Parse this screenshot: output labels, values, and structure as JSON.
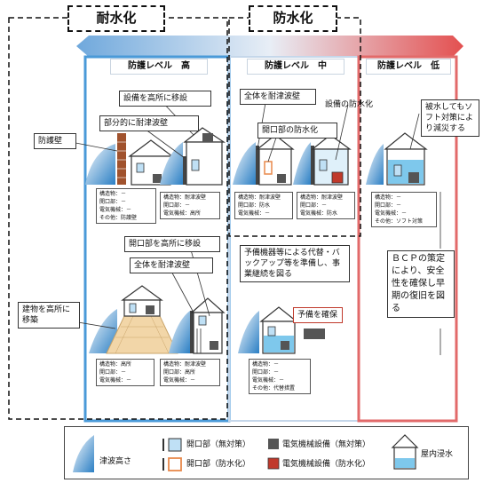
{
  "section_titles": {
    "waterproofing": "耐水化",
    "flood_proofing": "防水化"
  },
  "levels": {
    "high": "防護レベル　高",
    "mid": "防護レベル　中",
    "low": "防護レベル　低"
  },
  "callouts": {
    "relocate_equipment": "設備を高所に移設",
    "partial_tsunami_wall": "部分的に耐津波壁",
    "protective_wall": "防護壁",
    "full_tsunami_wall_mid": "全体を耐津波壁",
    "equipment_waterproofing": "設備の防水化",
    "opening_waterproofing": "開口部の防水化",
    "software_measures": "被水してもソフト対策により減災する",
    "relocate_openings": "開口部を高所に移設",
    "full_tsunami_wall_high": "全体を耐津波壁",
    "building_high_place": "建物を高所に移築",
    "backup_continuity": "予備機器等による代替・バックアップ等を準備し、事業継続を図る",
    "secure_spares": "予備を確保",
    "bcp": "ＢＣＰの策定により、安全性を確保し早期の復旧を図る"
  },
  "info_boxes": {
    "b1": [
      "構造物：－",
      "開口部：－",
      "電気機械：－",
      "その他：防護壁"
    ],
    "b2": [
      "構造物：耐津波壁",
      "開口部：－",
      "電気機械：高所"
    ],
    "b3": [
      "構造物：耐津波壁",
      "開口部：防水",
      "電気機械：－"
    ],
    "b4": [
      "構造物：耐津波壁",
      "開口部：－",
      "電気機械：防水"
    ],
    "b5": [
      "構造物：－",
      "開口部：－",
      "電気機械：－",
      "その他：ソフト対策"
    ],
    "b6": [
      "構造物：高所",
      "開口部：－",
      "電気機械：－"
    ],
    "b7": [
      "構造物：耐津波壁",
      "開口部：高所",
      "電気機械：－"
    ],
    "b8": [
      "構造物：－",
      "開口部：－",
      "電気機械：－",
      "その他：代替措置"
    ]
  },
  "legend": {
    "tsunami_height": "津波高さ",
    "opening_none": "開口部（無対策）",
    "opening_waterproof": "開口部（防水化）",
    "equipment_none": "電気機械設備（無対策）",
    "equipment_waterproof": "電気機械設備（防水化）",
    "indoor_flooding": "屋内浸水"
  },
  "colors": {
    "arrow_left": "#7fb3df",
    "arrow_right": "#e04a4a",
    "panel_blue": "#4a9ad8",
    "panel_red": "#e26a6a",
    "water": "#7ec8ec",
    "opening_waterproof": "#e8884a",
    "equipment_waterproof": "#c0392b"
  }
}
